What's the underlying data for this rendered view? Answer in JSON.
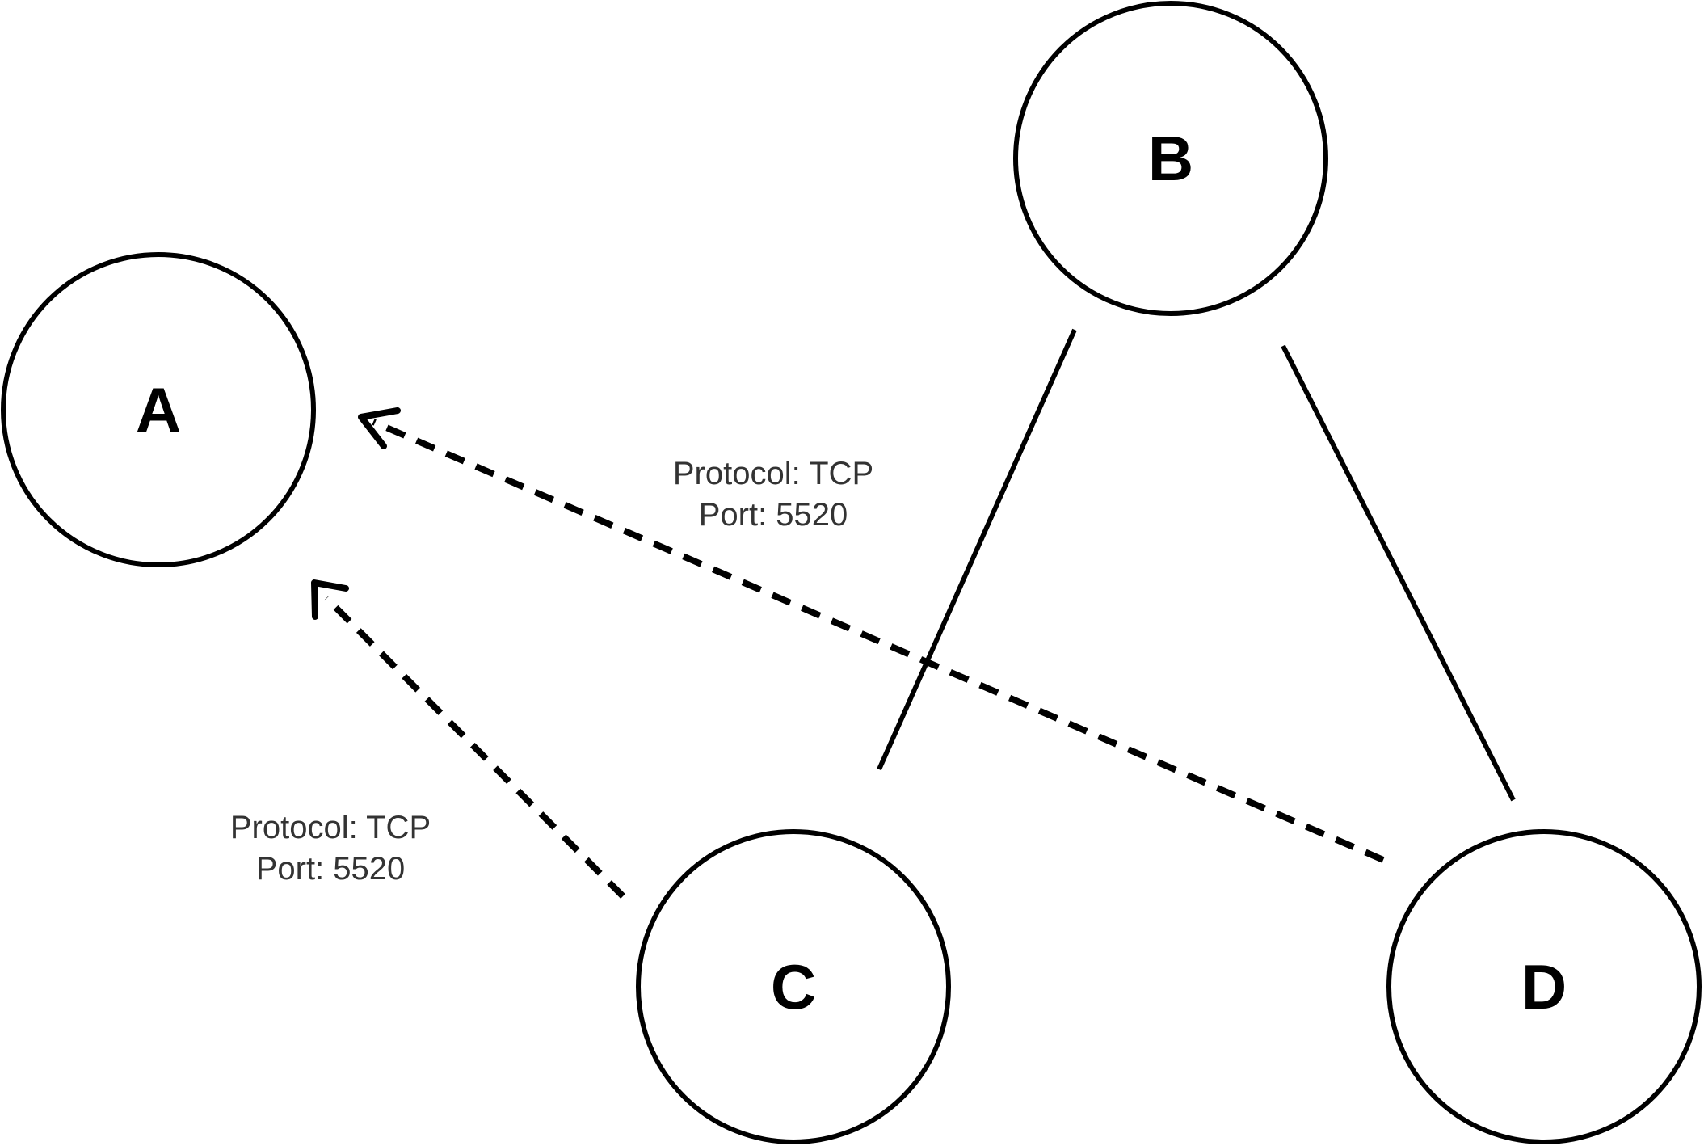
{
  "nodes": {
    "a": {
      "label": "A"
    },
    "b": {
      "label": "B"
    },
    "c": {
      "label": "C"
    },
    "d": {
      "label": "D"
    }
  },
  "edges": {
    "b_c": {
      "from": "B",
      "to": "C",
      "style": "solid"
    },
    "b_d": {
      "from": "B",
      "to": "D",
      "style": "solid"
    },
    "d_a": {
      "from": "D",
      "to": "A",
      "style": "dashed",
      "directed": true,
      "protocol_line": "Protocol: TCP",
      "port_line": "Port: 5520"
    },
    "c_a": {
      "from": "C",
      "to": "A",
      "style": "dashed",
      "directed": true,
      "protocol_line": "Protocol: TCP",
      "port_line": "Port: 5520"
    }
  },
  "colors": {
    "stroke": "#000000",
    "label_text": "#333333",
    "background": "#ffffff"
  }
}
